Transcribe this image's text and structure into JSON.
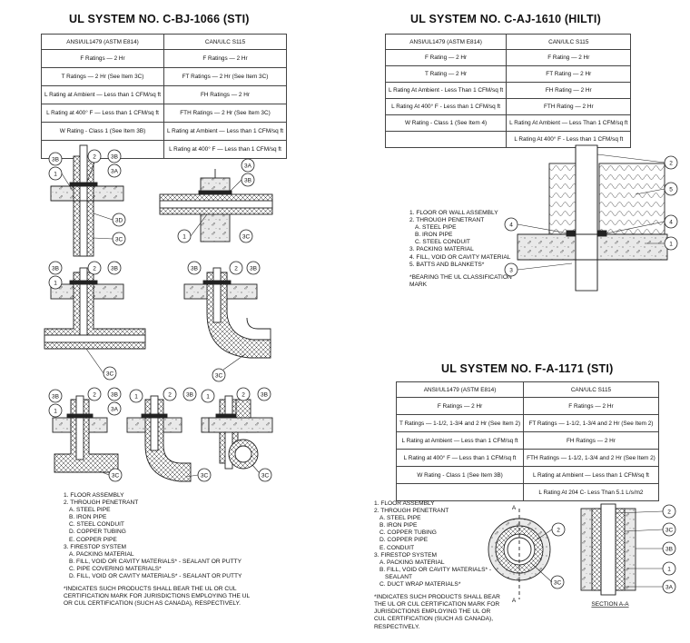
{
  "left": {
    "title": "UL SYSTEM NO. C-BJ-1066 (STI)",
    "header": [
      "ANSI/UL1479 (ASTM E814)",
      "CAN/ULC S115"
    ],
    "rows": [
      [
        "F Ratings — 2 Hr",
        "F Ratings — 2 Hr"
      ],
      [
        "T Ratings — 2 Hr (See Item 3C)",
        "FT Ratings — 2 Hr (See Item 3C)"
      ],
      [
        "L Rating at Ambient — Less than 1 CFM/sq ft",
        "FH Ratings — 2 Hr"
      ],
      [
        "L Rating at 400° F — Less than 1 CFM/sq ft",
        "FTH Ratings — 2 Hr (See Item 3C)"
      ],
      [
        "W Rating - Class 1 (See Item 3B)",
        "L Rating at Ambient — Less than 1 CFM/sq ft"
      ],
      [
        "",
        "L Rating at 400° F — Less than 1 CFM/sq ft"
      ]
    ],
    "notes": [
      "1. FLOOR ASSEMBLY",
      "2. THROUGH PENETRANT",
      "A. STEEL PIPE",
      "B. IRON PIPE",
      "C. STEEL CONDUIT",
      "D. COPPER TUBING",
      "E. COPPER PIPE",
      "3. FIRESTOP SYSTEM",
      "A. PACKING MATERIAL",
      "B. FILL, VOID OR CAVITY MATERIALS* - SEALANT OR PUTTY",
      "C. PIPE COVERING MATERIALS*",
      "D. FILL, VOID OR CAVITY MATERIALS* - SEALANT OR PUTTY"
    ],
    "footnote": [
      "*INDICATES SUCH PRODUCTS SHALL BEAR THE UL OR CUL",
      "CERTIFICATION MARK FOR JURISDICTIONS EMPLOYING THE UL",
      "OR CUL CERTIFICATION (SUCH AS CANADA), RESPECTIVELY."
    ]
  },
  "right_top": {
    "title": "UL SYSTEM NO. C-AJ-1610 (HILTI)",
    "header": [
      "ANSI/UL1479 (ASTM E814)",
      "CAN/ULC S115"
    ],
    "rows": [
      [
        "F Rating — 2 Hr",
        "F Rating — 2 Hr"
      ],
      [
        "T Rating — 2 Hr",
        "FT Rating — 2 Hr"
      ],
      [
        "L Rating At Ambient - Less Than 1 CFM/sq ft",
        "FH Rating — 2 Hr"
      ],
      [
        "L Rating At 400° F - Less than 1 CFM/sq ft",
        "FTH Rating — 2 Hr"
      ],
      [
        "W Rating - Class 1 (See Item 4)",
        "L Rating At Ambient — Less Than 1 CFM/sq ft"
      ],
      [
        "",
        "L Rating At 400° F - Less than 1 CFM/sq ft"
      ]
    ],
    "notes": [
      "1. FLOOR OR WALL ASSEMBLY",
      "2. THROUGH PENETRANT",
      "A. STEEL PIPE",
      "B. IRON PIPE",
      "C. STEEL CONDUIT",
      "3. PACKING MATERIAL",
      "4. FILL, VOID OR CAVITY MATERIAL",
      "5. BATTS AND BLANKETS*"
    ],
    "footnote": [
      "*BEARING THE UL CLASSIFICATION",
      "MARK"
    ]
  },
  "right_bottom": {
    "title": "UL SYSTEM NO. F-A-1171 (STI)",
    "header": [
      "ANSI/UL1479 (ASTM E814)",
      "CAN/ULC S115"
    ],
    "rows": [
      [
        "F Ratings — 2 Hr",
        "F Ratings — 2 Hr"
      ],
      [
        "T Ratings — 1-1/2, 1-3/4 and 2 Hr (See Item 2)",
        "FT Ratings — 1-1/2, 1-3/4 and 2 Hr (See Item 2)"
      ],
      [
        "L Rating at Ambient — Less than 1 CFM/sq ft",
        "FH Ratings — 2 Hr"
      ],
      [
        "L Rating at 400° F — Less than 1 CFM/sq ft",
        "FTH Ratings — 1-1/2, 1-3/4 and 2 Hr (See Item 2)"
      ],
      [
        "W Rating - Class 1 (See Item 3B)",
        "L Rating at Ambient — Less than 1 CFM/sq ft"
      ],
      [
        "",
        "L Rating At 204 C- Less Than 5.1 L/s/m2"
      ]
    ],
    "notes": [
      "1. FLOOR ASSEMBLY",
      "2. THROUGH PENETRANT",
      "A. STEEL PIPE",
      "B. IRON PIPE",
      "C. COPPER TUBING",
      "D. COPPER PIPE",
      "E. CONDUIT",
      "3. FIRESTOP SYSTEM",
      "A. PACKING MATERIAL",
      "B. FILL, VOID OR CAVITY MATERIALS* -",
      "SEALANT",
      "C. DUCT WRAP MATERIALS*"
    ],
    "footnote": [
      "*INDICATES SUCH PRODUCTS SHALL BEAR",
      "THE UL OR CUL CERTIFICATION MARK FOR",
      "JURISDICTIONS EMPLOYING THE UL OR",
      "CUL CERTIFICATION (SUCH AS CANADA),",
      "RESPECTIVELY."
    ],
    "section_label": "SECTION A-A",
    "section_marker": "A"
  },
  "callouts": {
    "c1": "1",
    "c2": "2",
    "c3": "3",
    "c4": "4",
    "c5": "5",
    "c3a": "3A",
    "c3b": "3B",
    "c3c": "3C",
    "c3d": "3D"
  }
}
